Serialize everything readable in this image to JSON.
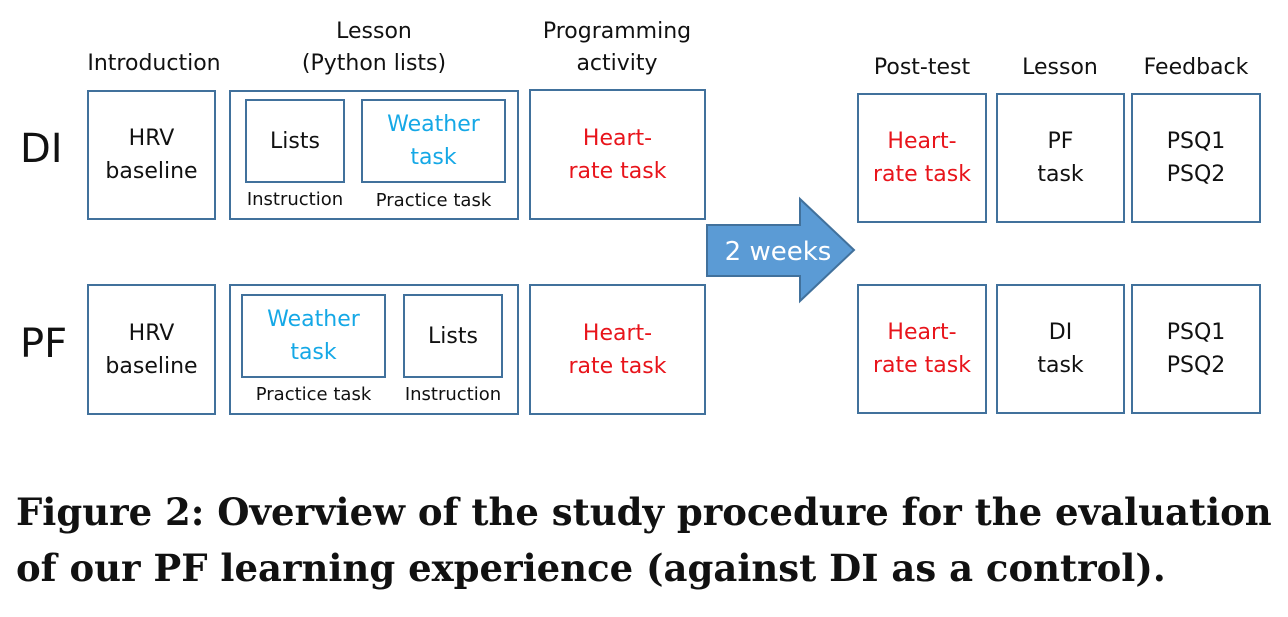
{
  "headers": {
    "introduction": "Introduction",
    "lesson_line1": "Lesson",
    "lesson_line2": "(Python lists)",
    "programming_line1": "Programming",
    "programming_line2": "activity",
    "posttest": "Post-test",
    "lesson2": "Lesson",
    "feedback": "Feedback"
  },
  "conditions": {
    "di": "DI",
    "pf": "PF"
  },
  "di_row": {
    "intro_line1": "HRV",
    "intro_line2": "baseline",
    "lesson_left_text": "Lists",
    "lesson_left_label": "Instruction",
    "lesson_right_line1": "Weather",
    "lesson_right_line2": "task",
    "lesson_right_label": "Practice task",
    "activity_line1": "Heart-",
    "activity_line2": "rate task",
    "posttest_line1": "Heart-",
    "posttest_line2": "rate task",
    "lesson2_line1": "PF",
    "lesson2_line2": "task",
    "feedback_line1": "PSQ1",
    "feedback_line2": "PSQ2"
  },
  "pf_row": {
    "intro_line1": "HRV",
    "intro_line2": "baseline",
    "lesson_left_line1": "Weather",
    "lesson_left_line2": "task",
    "lesson_left_label": "Practice task",
    "lesson_right_text": "Lists",
    "lesson_right_label": "Instruction",
    "activity_line1": "Heart-",
    "activity_line2": "rate task",
    "posttest_line1": "Heart-",
    "posttest_line2": "rate task",
    "lesson2_line1": "DI",
    "lesson2_line2": "task",
    "feedback_line1": "PSQ1",
    "feedback_line2": "PSQ2"
  },
  "arrow": {
    "label": "2 weeks"
  },
  "caption": {
    "line1": "Figure 2: Overview of the study procedure for the evaluation",
    "line2": "of our PF learning experience (against DI as a control)."
  },
  "colors": {
    "box_border": "#41719c",
    "arrow_fill": "#5b9bd5",
    "arrow_border": "#41719c",
    "red_text": "#e8141b",
    "cyan_text": "#15a8e6"
  }
}
